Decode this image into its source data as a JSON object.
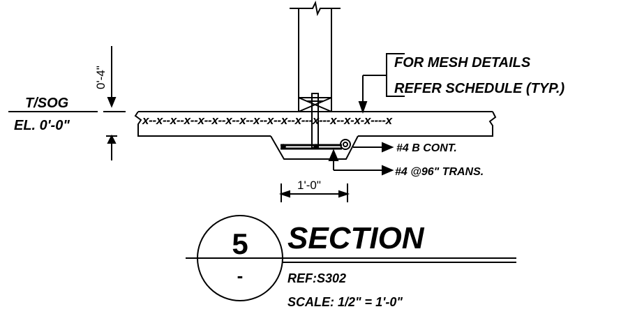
{
  "drawing": {
    "callouts": {
      "mesh_line1": "FOR MESH DETAILS",
      "mesh_line2": "REFER SCHEDULE (TYP.)",
      "bar_cont": "#4  B CONT.",
      "bar_trans": "#4 @96\" TRANS."
    },
    "elevation": {
      "top_label": "T/SOG",
      "el_label": "EL. 0'-0\""
    },
    "dimensions": {
      "vertical": "0'-4\"",
      "horizontal": "1'-0\""
    },
    "mesh_pattern": "x--x--x--x--x--x--x--x--x--x--x--x---x---x--x-x-x----x",
    "section": {
      "number": "5",
      "sheet": "-",
      "title": "SECTION",
      "ref": "REF:S302",
      "scale": "SCALE: 1/2\" = 1'-0\""
    }
  }
}
